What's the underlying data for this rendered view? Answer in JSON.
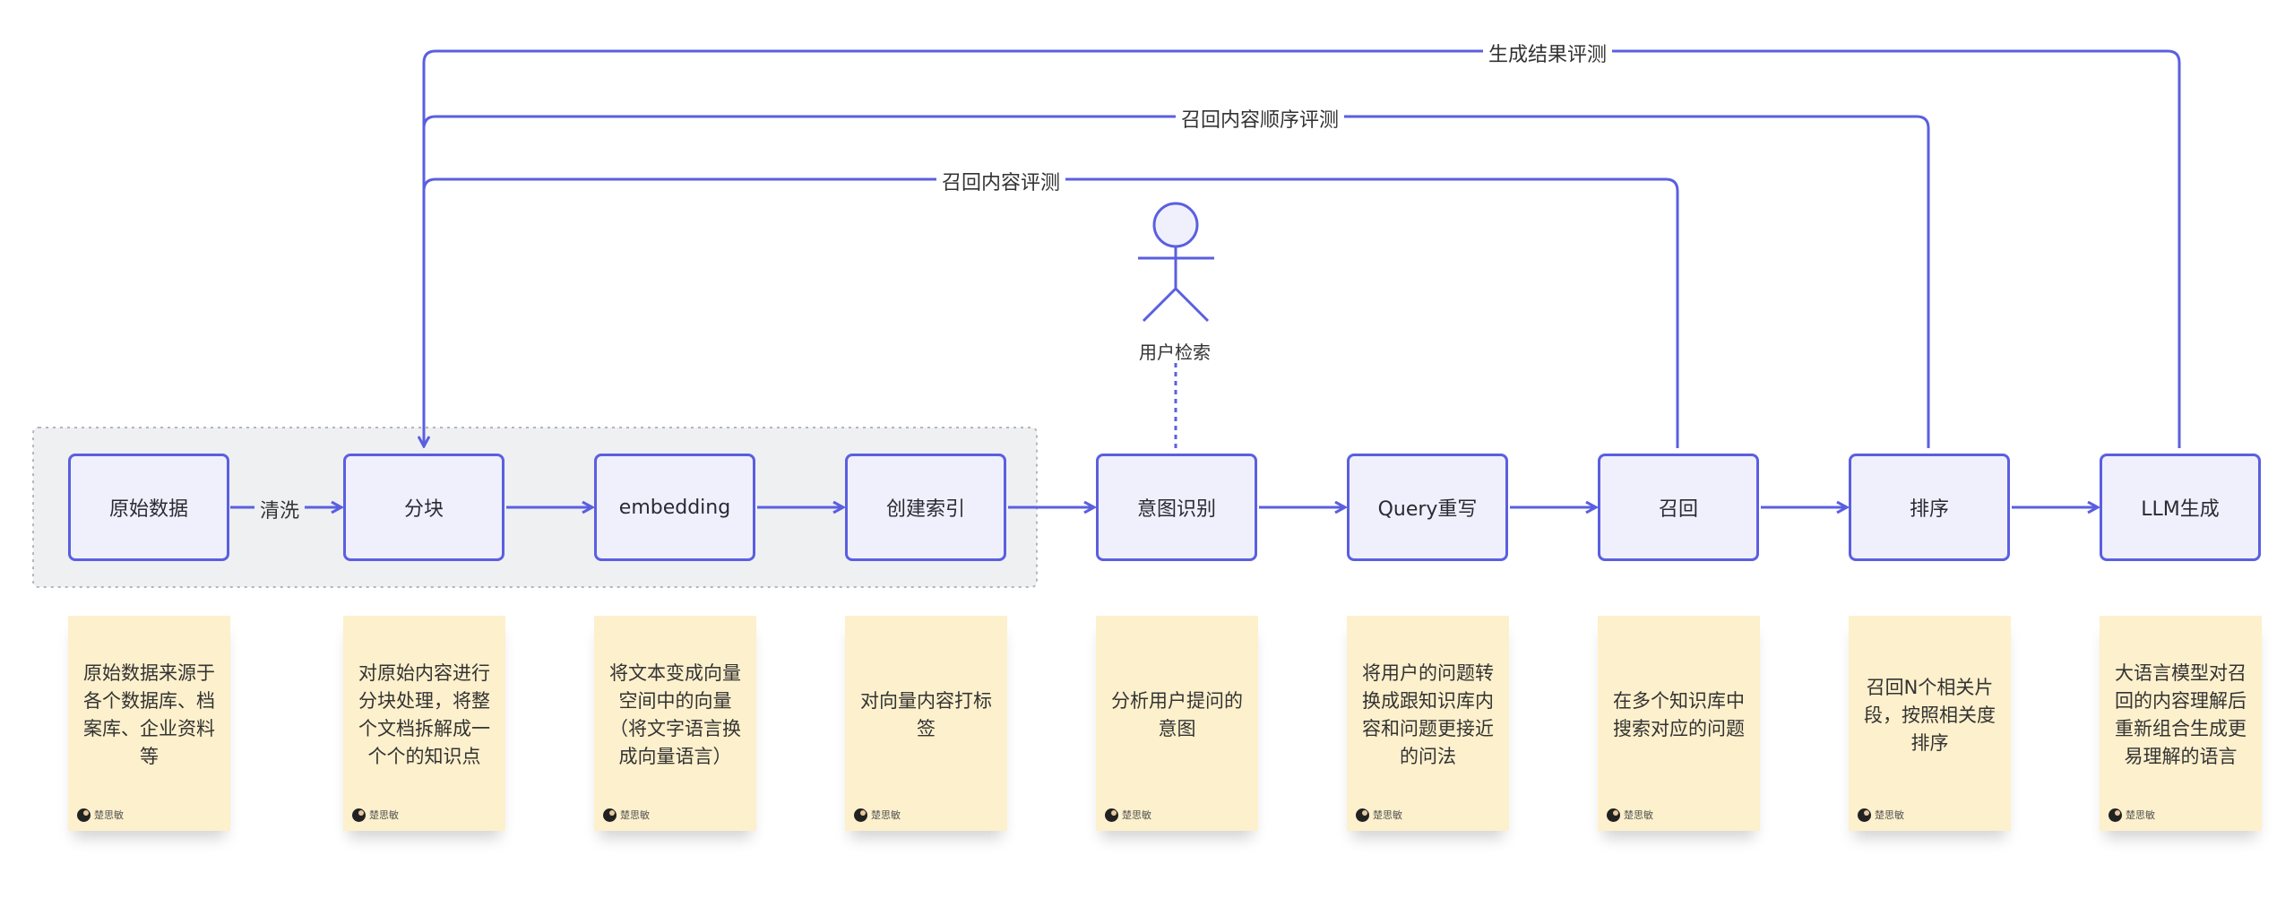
{
  "colors": {
    "accent": "#5a5fe0",
    "node_fill": "#f0f0fc",
    "note_fill": "#fdf0cc",
    "group_fill": "#eff0f2"
  },
  "nodes": [
    {
      "id": "raw-data",
      "label": "原始数据"
    },
    {
      "id": "chunk",
      "label": "分块"
    },
    {
      "id": "embedding",
      "label": "embedding"
    },
    {
      "id": "index",
      "label": "创建索引"
    },
    {
      "id": "intent",
      "label": "意图识别"
    },
    {
      "id": "query-rewrite",
      "label": "Query重写"
    },
    {
      "id": "recall",
      "label": "召回"
    },
    {
      "id": "rank",
      "label": "排序"
    },
    {
      "id": "llm",
      "label": "LLM生成"
    }
  ],
  "edge_labels": {
    "clean": "清洗"
  },
  "feedback_loops": [
    {
      "label": "生成结果评测"
    },
    {
      "label": "召回内容顺序评测"
    },
    {
      "label": "召回内容评测"
    }
  ],
  "actor": {
    "label": "用户检索",
    "icon": "person-icon"
  },
  "notes": [
    {
      "text": "原始数据来源于各个数据库、档案库、企业资料等",
      "author": "楚思敏"
    },
    {
      "text": "对原始内容进行分块处理，将整个文档拆解成一个个的知识点",
      "author": "楚思敏"
    },
    {
      "text": "将文本变成向量空间中的向量（将文字语言换成向量语言）",
      "author": "楚思敏"
    },
    {
      "text": "对向量内容打标签",
      "author": "楚思敏"
    },
    {
      "text": "分析用户提问的意图",
      "author": "楚思敏"
    },
    {
      "text": "将用户的问题转换成跟知识库内容和问题更接近的问法",
      "author": "楚思敏"
    },
    {
      "text": "在多个知识库中搜索对应的问题",
      "author": "楚思敏"
    },
    {
      "text": "召回N个相关片段，按照相关度排序",
      "author": "楚思敏"
    },
    {
      "text": "大语言模型对召回的内容理解后重新组合生成更易理解的语言",
      "author": "楚思敏"
    }
  ]
}
